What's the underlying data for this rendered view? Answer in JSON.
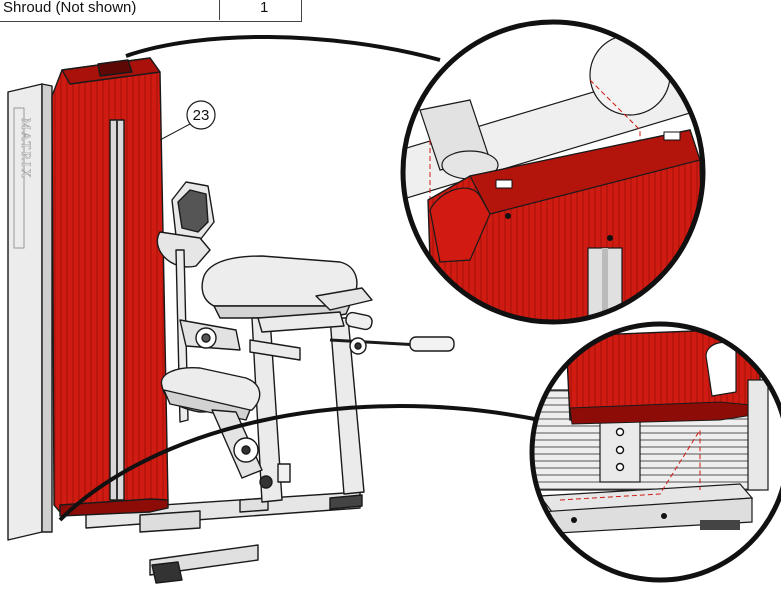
{
  "parts_table": {
    "part_name": "Shroud (Not shown)",
    "qty": "1"
  },
  "callout": {
    "number": "23"
  },
  "brand_vertical": "MATRIX",
  "colors": {
    "shroud_red": "#d11a12",
    "shroud_dark": "#8e0c08",
    "frame_light": "#e9e9e9",
    "outline": "#1a1a1a"
  }
}
